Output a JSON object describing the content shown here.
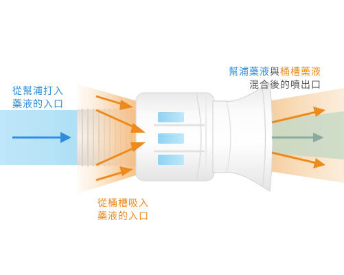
{
  "labels": {
    "pump_inlet": {
      "line1": "從幫浦打入",
      "line2": "藥液的入口"
    },
    "tank_inlet": {
      "line1": "從桶槽吸入",
      "line2": "藥液的入口"
    },
    "outlet": {
      "part_a": "幫浦藥液",
      "joiner": "與",
      "part_b": "桶槽藥液",
      "line2": "混合後的噴出口"
    }
  },
  "colors": {
    "pump_flow": "#2f8ddb",
    "tank_flow": "#ee8a1c",
    "mixed_flow": "#8aa9a0",
    "label_gray": "#555555"
  }
}
